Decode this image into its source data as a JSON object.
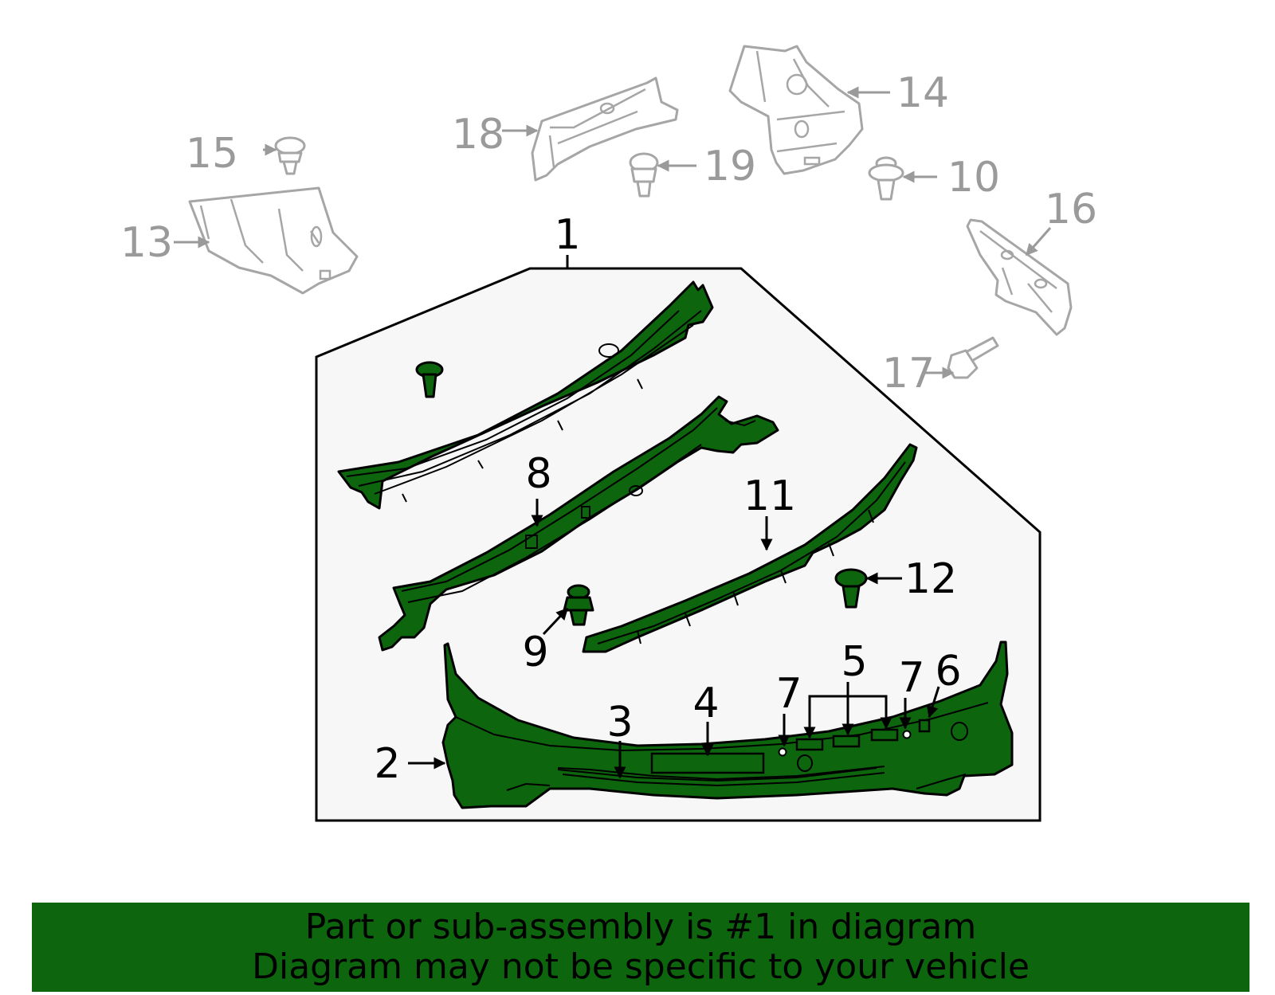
{
  "callouts": {
    "c1": "1",
    "c2": "2",
    "c3": "3",
    "c4": "4",
    "c5": "5",
    "c6": "6",
    "c7a": "7",
    "c7b": "7",
    "c8": "8",
    "c9": "9",
    "c10": "10",
    "c11": "11",
    "c12": "12",
    "c13": "13",
    "c14": "14",
    "c15": "15",
    "c16": "16",
    "c17": "17",
    "c18": "18",
    "c19": "19"
  },
  "banner": {
    "line1": "Part or sub-assembly is #1 in diagram",
    "line2": "Diagram may not be specific to your vehicle"
  },
  "colors": {
    "highlight_green": "#0d650d",
    "ghost_grey": "#a6a6a6",
    "label_grey": "#9a9a9a",
    "panel_bg": "#f7f7f7"
  }
}
